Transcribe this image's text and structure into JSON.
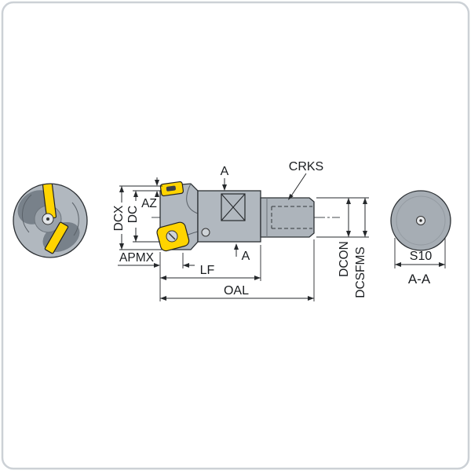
{
  "figure": {
    "type": "technical-drawing",
    "subject": "indexable radius end mill: side view, end view and A-A section view with dimension callouts"
  },
  "colors": {
    "body_gray": "#b1b8bf",
    "shank_gray": "#adb4bb",
    "pocket_gray": "#78818a",
    "section_gray": "#a6adb4",
    "insert_yellow": "#ffd400",
    "screw_gray": "#ced3d7",
    "line": "#26292c",
    "border": "#ccd1d6"
  },
  "labels": {
    "section_arrow_top": "A",
    "section_arrow_bottom": "A",
    "crks": "CRKS",
    "dcx": "DCX",
    "dc": "DC",
    "az": "AZ",
    "apmx": "APMX",
    "lf": "LF",
    "oal": "OAL",
    "dcon": "DCON",
    "dcsfms": "DCSFMS",
    "s_dim": "S10",
    "section_title": "A-A"
  }
}
